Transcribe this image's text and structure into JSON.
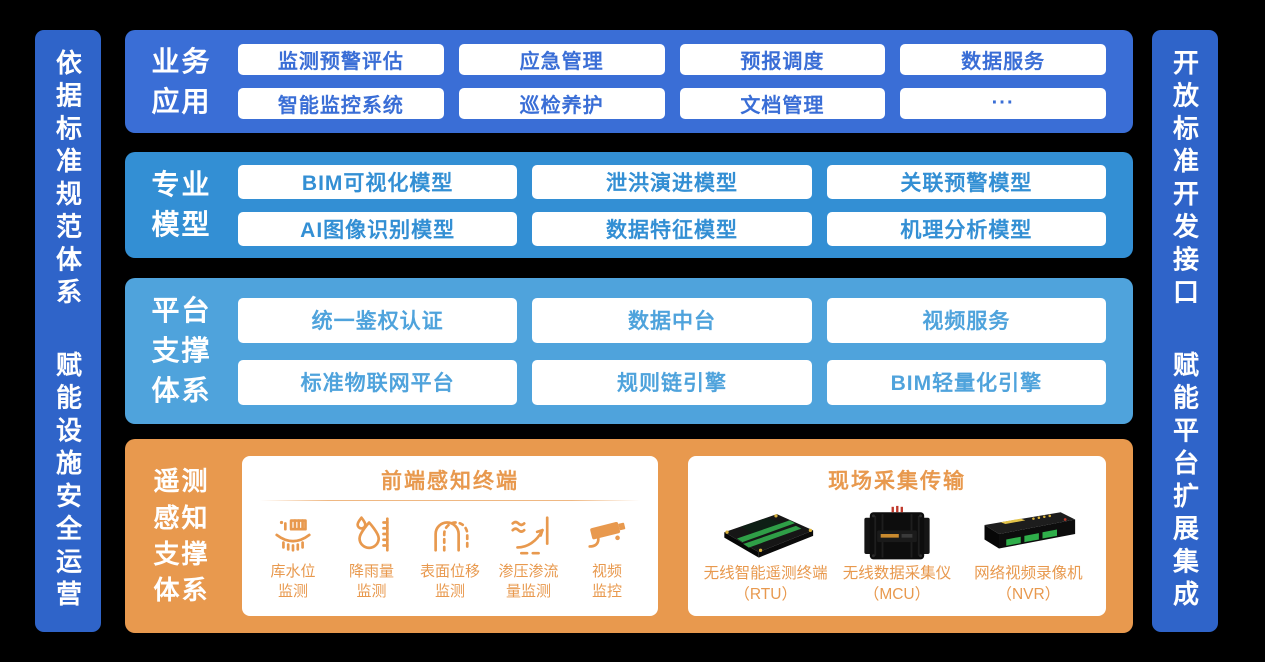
{
  "colors": {
    "background": "#000000",
    "side_bar": "#2F64C9",
    "business_row": "#3A6ED6",
    "model_row": "#338FD4",
    "platform_row": "#4FA3DC",
    "telemetry_row": "#E8994E",
    "chip_background": "#FFFFFF"
  },
  "left_bar": {
    "text_top": "依据标准规范体系",
    "text_bottom": "赋能设施安全运营"
  },
  "right_bar": {
    "text_top": "开放标准开发接口",
    "text_bottom": "赋能平台扩展集成"
  },
  "business": {
    "label_lines": [
      "业务",
      "应用"
    ],
    "items": [
      "监测预警评估",
      "应急管理",
      "预报调度",
      "数据服务",
      "智能监控系统",
      "巡检养护",
      "文档管理",
      "···"
    ]
  },
  "models": {
    "label_lines": [
      "专业",
      "模型"
    ],
    "items": [
      "BIM可视化模型",
      "泄洪演进模型",
      "关联预警模型",
      "AI图像识别模型",
      "数据特征模型",
      "机理分析模型"
    ]
  },
  "platform": {
    "label_lines": [
      "平台",
      "支撑",
      "体系"
    ],
    "items": [
      "统一鉴权认证",
      "数据中台",
      "视频服务",
      "标准物联网平台",
      "规则链引擎",
      "BIM轻量化引擎"
    ]
  },
  "telemetry": {
    "label_lines": [
      "遥测",
      "感知",
      "支撑",
      "体系"
    ],
    "sensing_panel": {
      "title": "前端感知终端",
      "items": [
        {
          "icon": "reservoir-water-level-icon",
          "label_lines": [
            "库水位",
            "监测"
          ]
        },
        {
          "icon": "rainfall-icon",
          "label_lines": [
            "降雨量",
            "监测"
          ]
        },
        {
          "icon": "surface-displacement-icon",
          "label_lines": [
            "表面位移",
            "监测"
          ]
        },
        {
          "icon": "seepage-icon",
          "label_lines": [
            "渗压渗流",
            "量监测"
          ]
        },
        {
          "icon": "video-camera-icon",
          "label_lines": [
            "视频",
            "监控"
          ]
        }
      ]
    },
    "collection_panel": {
      "title": "现场采集传输",
      "items": [
        {
          "image": "rtu-device-image",
          "label_lines": [
            "无线智能遥测终端",
            "（RTU）"
          ]
        },
        {
          "image": "mcu-device-image",
          "label_lines": [
            "无线数据采集仪",
            "（MCU）"
          ]
        },
        {
          "image": "nvr-device-image",
          "label_lines": [
            "网络视频录像机",
            "（NVR）"
          ]
        }
      ]
    }
  }
}
